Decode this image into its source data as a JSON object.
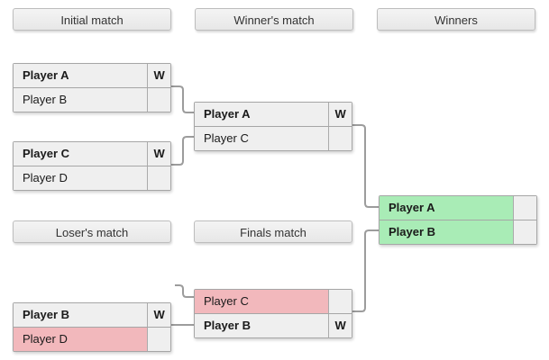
{
  "headers": {
    "initial": "Initial match",
    "winners_match": "Winner's match",
    "winners": "Winners",
    "losers_match": "Loser's match",
    "finals_match": "Finals match"
  },
  "boxes": {
    "initial1": {
      "rows": [
        {
          "name": "Player A",
          "w": "W"
        },
        {
          "name": "Player B",
          "w": ""
        }
      ]
    },
    "initial2": {
      "rows": [
        {
          "name": "Player C",
          "w": "W"
        },
        {
          "name": "Player D",
          "w": ""
        }
      ]
    },
    "winners_match": {
      "rows": [
        {
          "name": "Player A",
          "w": "W"
        },
        {
          "name": "Player C",
          "w": ""
        }
      ]
    },
    "winners": {
      "rows": [
        {
          "name": "Player A",
          "w": ""
        },
        {
          "name": "Player B",
          "w": ""
        }
      ]
    },
    "losers_match": {
      "rows": [
        {
          "name": "Player B",
          "w": "W"
        },
        {
          "name": "Player D",
          "w": ""
        }
      ]
    },
    "finals": {
      "rows": [
        {
          "name": "Player C",
          "w": ""
        },
        {
          "name": "Player B",
          "w": "W"
        }
      ]
    }
  },
  "colors": {
    "row_gray": "#efefef",
    "advance_green": "#a9ecb6",
    "eliminated_pink": "#f2b8bc",
    "connector_gray": "#9c9c9c",
    "border_gray": "#a6a6a6"
  }
}
